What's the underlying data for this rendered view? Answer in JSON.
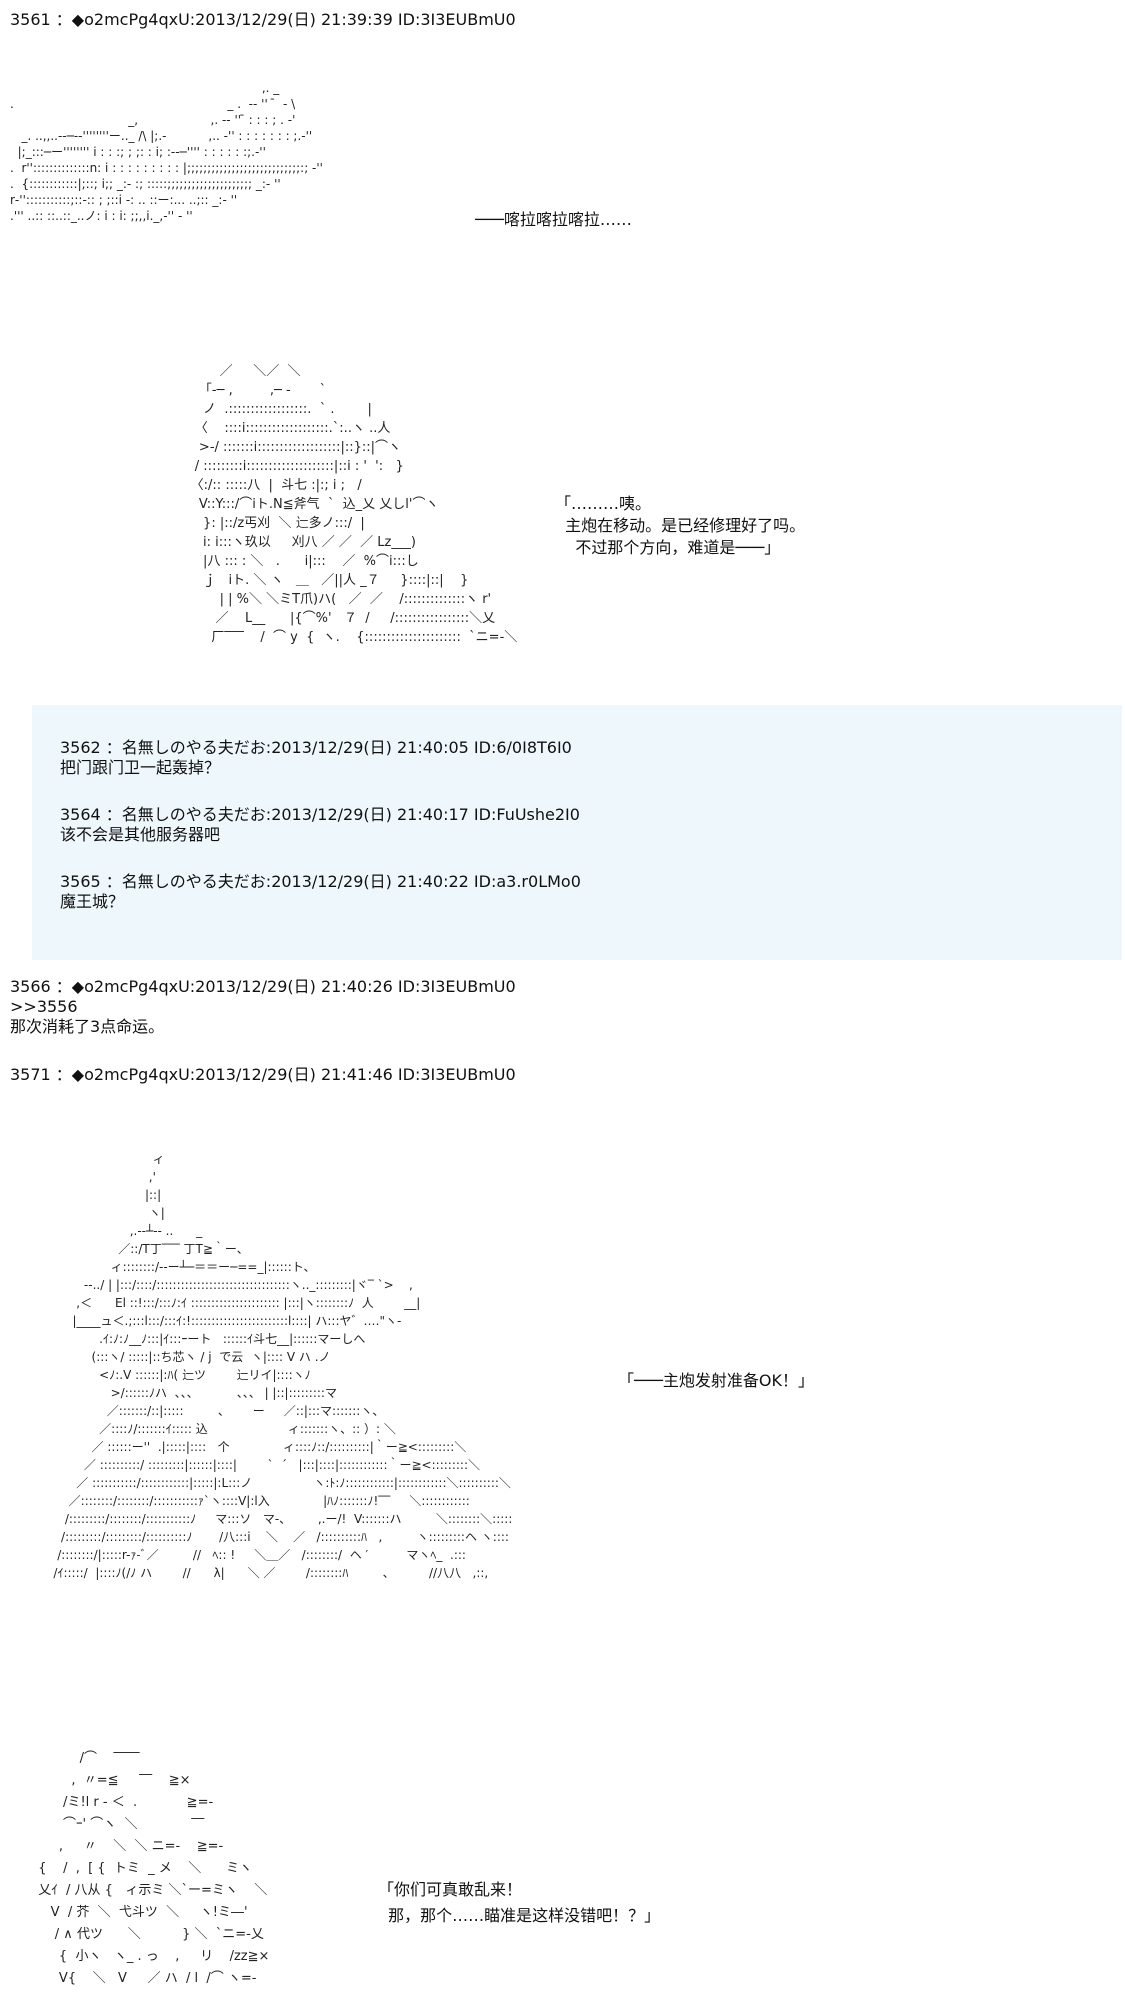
{
  "posts": {
    "p3561": {
      "header": "3561 ：◆o2mcPg4qxU:2013/12/29(日) 21:39:39 ID:3I3EUBmU0",
      "sfx": "───喀拉喀拉喀拉……",
      "speech": "「………咦。\n  主炮在移动。是已经修理好了吗。\n    不过那个方向，难道是───」"
    },
    "replies": [
      {
        "header": "3562 ：名無しのやる夫だお:2013/12/29(日) 21:40:05 ID:6/0I8T6I0",
        "body": "把门跟门卫一起轰掉？"
      },
      {
        "header": "3564 ：名無しのやる夫だお:2013/12/29(日) 21:40:17 ID:FuUshe2I0",
        "body": "该不会是其他服务器吧"
      },
      {
        "header": "3565 ：名無しのやる夫だお:2013/12/29(日) 21:40:22 ID:a3.r0LMo0",
        "body": "魔王城？"
      }
    ],
    "p3566": {
      "header": "3566 ：◆o2mcPg4qxU:2013/12/29(日) 21:40:26 ID:3I3EUBmU0",
      "body": ">>3556\n那次消耗了3点命运。"
    },
    "p3571": {
      "header": "3571 ：◆o2mcPg4qxU:2013/12/29(日) 21:41:46 ID:3I3EUBmU0",
      "speech1": "「───主炮发射准备OK！」",
      "speech2": "「你们可真敢乱来！\n  那，那个……瞄准是这样没错吧！？」"
    }
  },
  "art": {
    "cannon": "                                                                  ‚. _\n.                                                        _ .  -‐ ''  ̄  ‐ \\\n                               _,                   ,. -‐ '' ̄ : : : ; . -'\n   _. ..,,..-‐─-‐''''''''ー.._ /\\ |;.-           ,.. -'' : : : : : : : ;.-''\n  |;_:::─ー'''''''' i : : :; ; ;: : i; :-‐─'''' : : : : : :;.-''\n.  r''::::::::::::::n: i : : : : : : : : : |;;;;;;;;;;;;;;;;;;;;;;;;;;;;:; -''\n.  {::::::::::::|;::; i;; _:- :; :::::;;;;;;;;;;;;;;;;;;;;; _:- ''\nr‐'':::::::::::;::-:: ; ;::i ‐: .. ::ー:... ..;:: _:- ''\n.''' ..:: ::..::_..ノ: i : i: ;;,,i._,‐'' ‐ ''",
    "girl1": "            ／     ＼／  ＼\n       「‐─ ,         ,─ ‐       `\n        ノ  .::::::::::::::::::.  ` .        |\n      〈    ::::i:::::::::::::::::::.`:..ヽ ..人\n       >-/ :::::::i:::::::::::::::::::|::}::|⌒ヽ\n      / :::::::::i::::::::::::::::::::|::i : '  ':   }\n     〈:/:: :::::八  |  斗七 :|:; i ;   /\n       V::Y:::/⌒iト.N≦斧气  `  込_乂 乂しl'⌒ヽ\n        }: |::/z丐刈  ＼ 辷多ノ:::/  |\n        i: i:::ヽ玖以     刈八 ／ ／  ／ Lz___)\n        |八 ::: : ＼   .      i|:::    ／  %⌒i:::し\n        ｊ   iト. ＼ ヽ   ＿   ／||人 _７     }::::|::|    }\n            | | %＼ ＼ミT爪)ハ(   ／  ／    /::::::::::::::ヽ r'\n           ／    L__      |{⌒%'   ７  /     /:::::::::::::::::＼乂\n          厂‾‾‾    /  ⌒ y  {  ヽ.    {::::::::::::::::::::::  `ニ=-＼",
    "tank": "                                        ィ\n                                       ,'\n                                      |::|\n                                       ヽ|\n                                  ,.-‐┴‐- ..      _\n                               ／::/T丁‾‾‾ 丁T≧｀ー、\n                             ィ::::::::/--ー┴─＝＝ー─==_|::::::ト、\n                      -‐../ | |:::/::::/:::::::::::::::::::::::::::::::::ヽ.._:::::::::|ヾ‾ `>    ,\n                    ,＜      El ::!:::/:::ﾉ:ｲ :::::::::::::::::::::: |:::|ヽ::::::::ﾉ  人        __|\n                   |____ュ＜.;:::l:::/:::ｲ:!::::::::::::::::::::::::l::::| ハ:::ヤ゛‥‥\"ヽ-\n                          .ｲ:ﾉ:ﾉ__ﾉ:::|ｲ:::ｰート   ::::::ｲ斗七__|::::::マーしへ\n                        (:::ヽ/ :::::|::ち芯ヽ / j  で云  ヽ|:::: V ハ .ノ\n                          <ﾉ:.V ::::::|:ﾊ( 辷ツ        辷リイ|::::ヽﾉ\n                             >/::::::ﾉハ  、、、          、、、 | |::|:::::::::マ\n                            ／:::::::/::|:::::         、      ー     ／::|:::マ:::::::ヽ、\n                          ／::::ﾉ/:::::::ｲ::::: 込                     ィ:::::::ヽ、:: ）: ＼\n                        ／ ::::::ー''  .|:::::|::::   个              ィ::::ﾉ::/::::::::::|｀ー≧<:::::::::＼\n                      ／ ::::::::::/ :::::::::|::::::|::::|        `  ´   |:::|::::|::::::::::::｀ー≧<:::::::::＼\n                    ／ :::::::::::/::::::::::::|:::::|:L:::ノ                ヽ:ﾄ:ﾉ::::::::::::|::::::::::::＼::::::::::＼\n                  ／::::::::/::::::::/:::::::::::ｧ`ヽ::::V|:l入              |ﾊﾉ:::::::ﾉ!‾‾     ＼::::::::::::\n                 /:::::::::/::::::::/:::::::::::ﾉ     マ:::ソ   マ-、       ,.ー/!  V:::::::ハ         ＼::::::::＼:::::\n                /:::::::::/:::::::::/::::::::::ﾉ       /八:::i    ＼    ／   /::::::::::ﾊ   ,         ヽ:::::::::ヘ ヽ::::\n               /::::::::/|:::::r-ｧ-ﾞ／         //   ﾍ:: !     ＼＿／   /::::::::/  ヘ ′          マヽﾍ_  .:::\n              /ｲ:::::/  |::::ﾉ(/ﾉ ハ        //      λ|      ＼ ／        /::::::::ﾊ         、         //八八   ,::,",
    "girl2": "            /⌒    ‾‾‾‾\n          ,  〃=≦     ‾‾    ≧×\n        /ミ!l r ‐ ＜  .            ≧=-\n        ⌒ｰ' ⌒ヽ  ＼             ‾‾\n       ,     〃    ＼  ＼ ニ=-    ≧=-\n  {    /  ,  [ {  トミ  _ メ    ＼      ミヽ\n  乂ｲ  / 八从 {   ィ示ミ ＼`ー=ミヽ    ＼\n     V  / 芥  ＼  弋斗ツ  ＼     ヽ!ミ―'\n      / ∧ 代ツ      ＼          } ＼  `ニ=-乂\n       {  小ヽ   ヽ_ . っ    ,     リ    /zz≧×\n       V{    ＼   V     ／ ハ  / l  /⌒ ヽ=-"
  }
}
